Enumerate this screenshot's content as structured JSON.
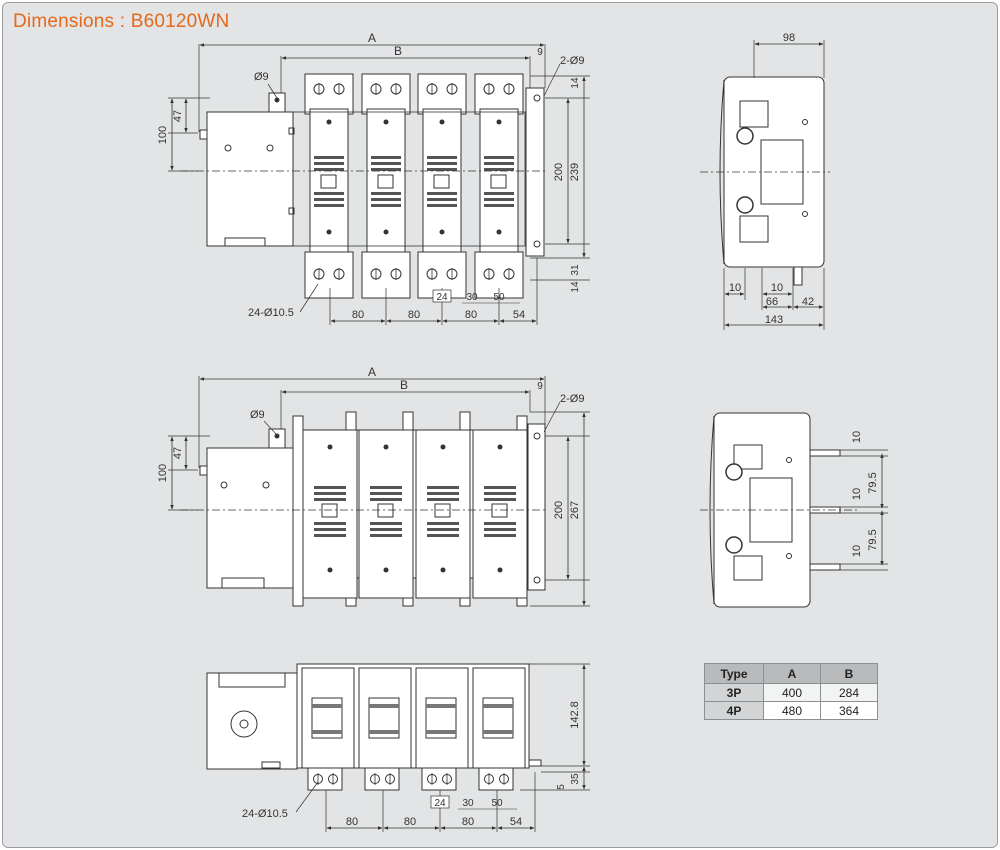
{
  "title": "Dimensions : B60120WN",
  "colors": {
    "title": "#e5681b",
    "background": "#e3e4e5",
    "line": "#3a3a3a",
    "body": "#ffffff"
  },
  "top_view": {
    "dim_A": "A",
    "dim_B": "B",
    "dim_9": "9",
    "hole_note": "2-Ø9",
    "hole_single": "Ø9",
    "dim_100": "100",
    "dim_47": "47",
    "dim_200": "200",
    "dim_239": "239",
    "dim_14_top": "14",
    "dim_31": "31",
    "dim_14_bot": "14",
    "terminal_note": "24-Ø10.5",
    "pitch_1": "80",
    "pitch_2": "80",
    "pitch_3": "80",
    "pitch_end": "54",
    "dim_24": "24",
    "dim_30": "30",
    "dim_50": "50"
  },
  "side_view_top": {
    "dim_98": "98",
    "dim_10a": "10",
    "dim_10b": "10",
    "dim_66": "66",
    "dim_42": "42",
    "dim_143": "143"
  },
  "front_view": {
    "dim_A": "A",
    "dim_B": "B",
    "dim_9": "9",
    "hole_note": "2-Ø9",
    "hole_single": "Ø9",
    "dim_100": "100",
    "dim_47": "47",
    "dim_200": "200",
    "dim_267": "267"
  },
  "side_view_mid": {
    "dim_10a": "10",
    "dim_79a": "79.5",
    "dim_10b": "10",
    "dim_79b": "79.5",
    "dim_10c": "10"
  },
  "bottom_view": {
    "dim_142": "142.8",
    "dim_35": "35",
    "dim_5": "5",
    "terminal_note": "24-Ø10.5",
    "pitch_1": "80",
    "pitch_2": "80",
    "pitch_3": "80",
    "pitch_end": "54",
    "dim_24": "24",
    "dim_30": "30",
    "dim_50": "50"
  },
  "table": {
    "headers": [
      "Type",
      "A",
      "B"
    ],
    "rows": [
      {
        "type": "3P",
        "a": "400",
        "b": "284"
      },
      {
        "type": "4P",
        "a": "480",
        "b": "364"
      }
    ]
  }
}
